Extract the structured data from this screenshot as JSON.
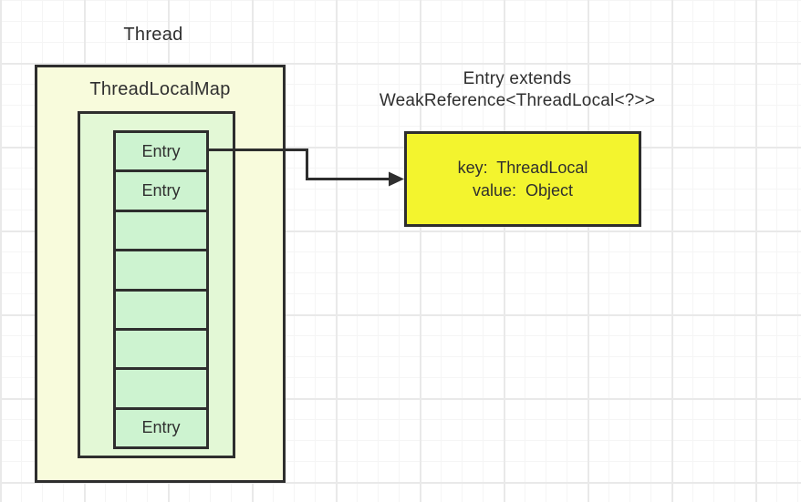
{
  "diagram": {
    "thread_label": "Thread",
    "map": {
      "title": "ThreadLocalMap",
      "entries": [
        {
          "label": "Entry"
        },
        {
          "label": "Entry"
        },
        {
          "label": ""
        },
        {
          "label": ""
        },
        {
          "label": ""
        },
        {
          "label": ""
        },
        {
          "label": ""
        },
        {
          "label": "Entry"
        }
      ]
    },
    "note": {
      "line1": "Entry extends",
      "line2": "WeakReference<ThreadLocal<?>>"
    },
    "entry_box": {
      "key_line": "key:  ThreadLocal",
      "value_line": "value:  Object"
    },
    "colors": {
      "outer_fill": "#f8fbdc",
      "inner_fill": "#e3f8d6",
      "cell_fill": "#cdf3d0",
      "entry_box_fill": "#f3f42e",
      "border": "#2e2e2e",
      "text": "#2f2f2f",
      "grid_minor": "#f5f5f5",
      "grid_major": "#e9e9e9"
    }
  }
}
